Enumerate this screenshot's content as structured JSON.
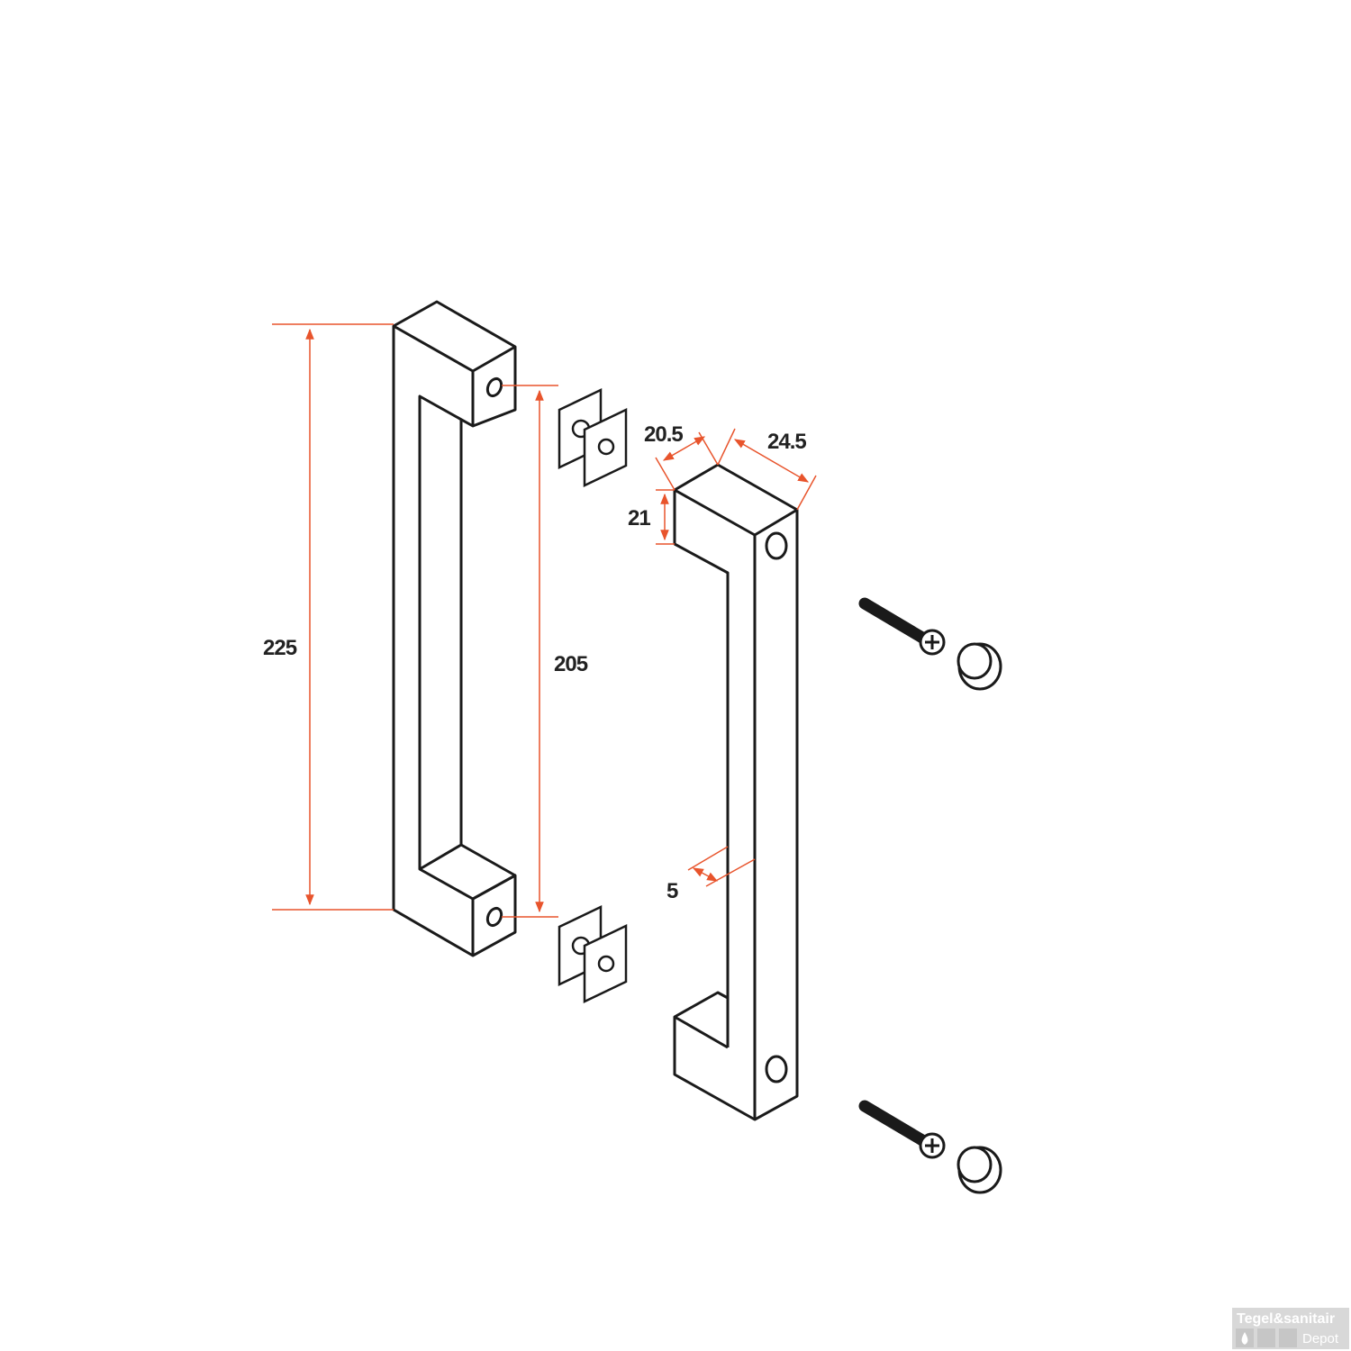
{
  "diagram": {
    "dimensions": {
      "overall_length": "225",
      "center_distance": "205",
      "width": "20.5",
      "depth": "24.5",
      "height": "21",
      "wall_thickness": "5"
    },
    "colors": {
      "outline": "#1a1a1a",
      "dimension_line": "#e8542c",
      "dimension_text": "#222222",
      "background": "#ffffff"
    },
    "parts": [
      "handle-front-view",
      "glass-gasket",
      "handle-rear-view",
      "screw",
      "cap-nut"
    ]
  },
  "watermark": {
    "name": "Tegel&sanitair",
    "sub": "Depot",
    "color": "#d8d8d8"
  }
}
